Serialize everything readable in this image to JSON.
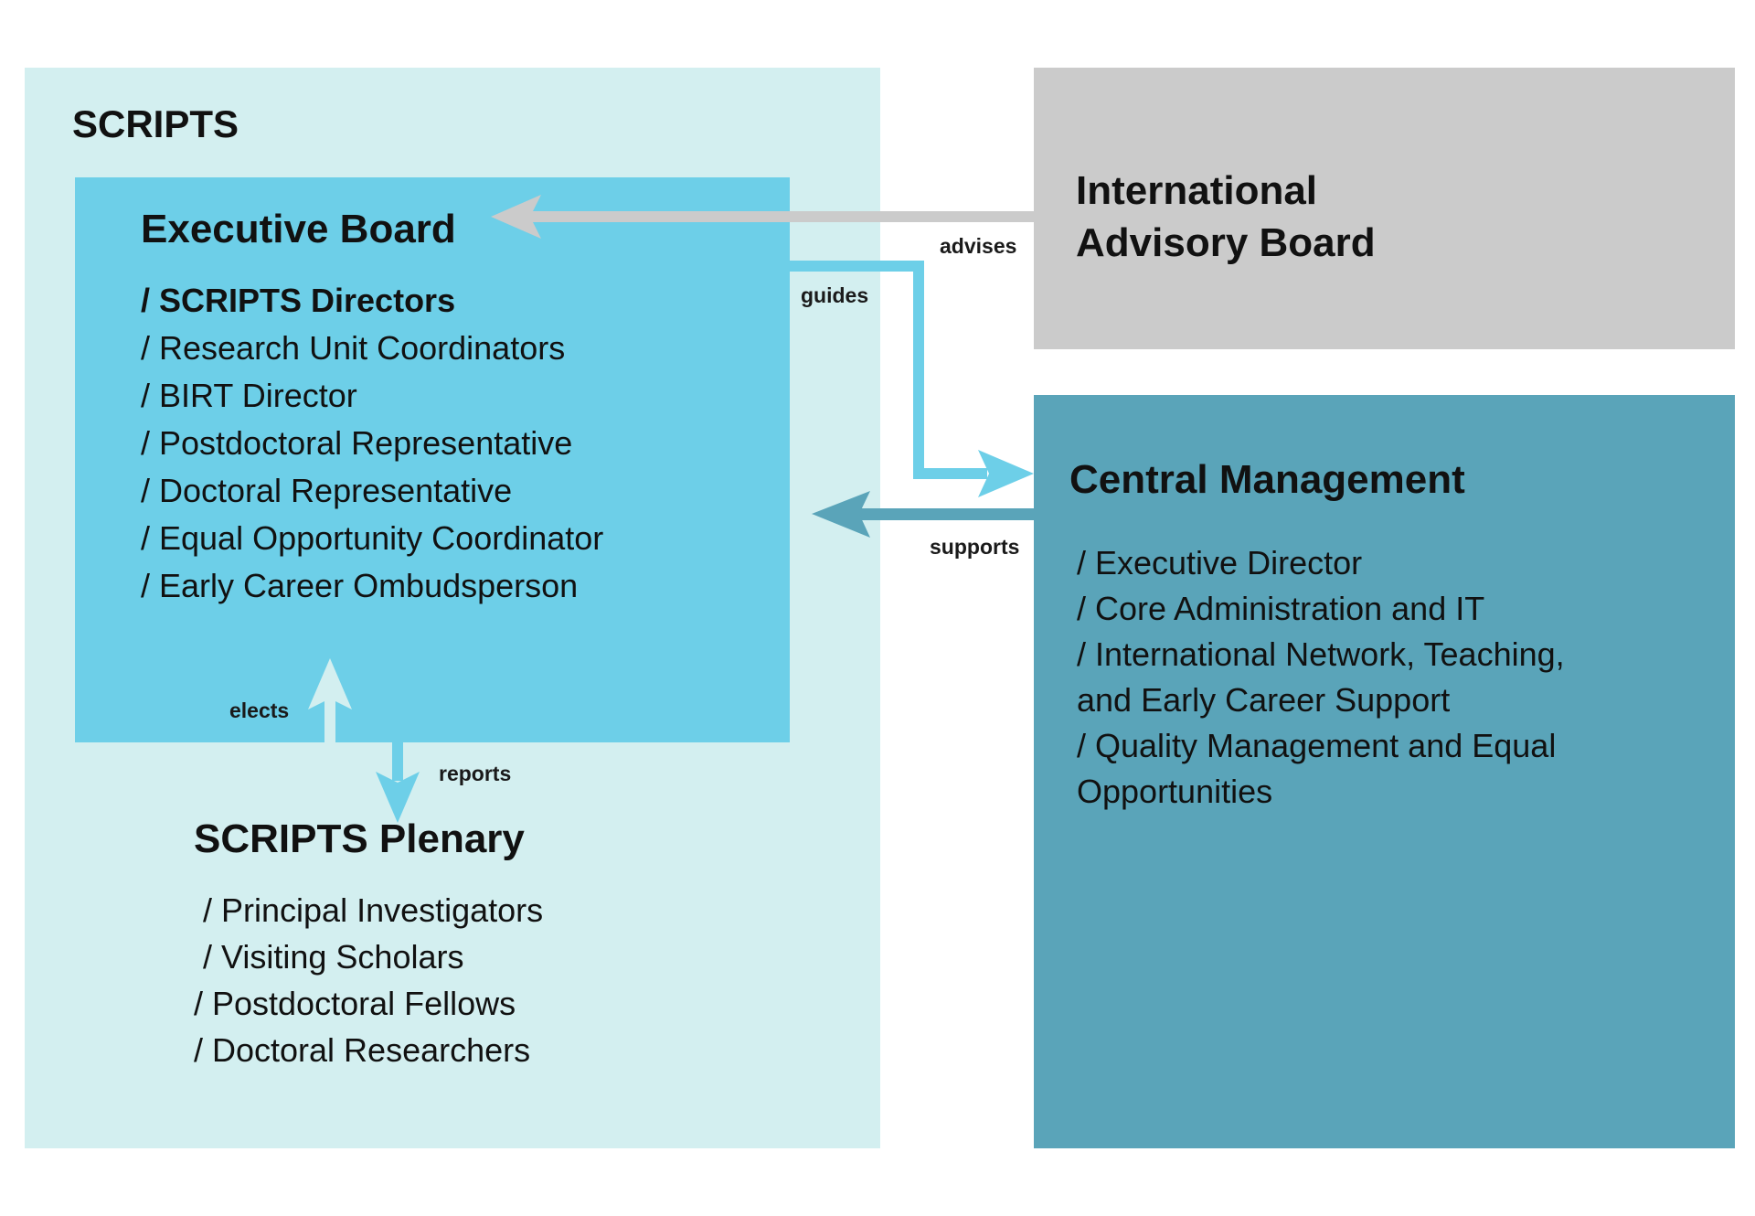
{
  "colors": {
    "scripts_panel": "#d3eff0",
    "executive_board": "#6dcfe8",
    "advisory_board": "#cbcbcb",
    "central_management": "#5aa4b9",
    "arrow_advises": "#cbcbcb",
    "arrow_guides": "#6dcfe8",
    "arrow_supports": "#5aa4b9",
    "arrow_elects": "#d3eff0",
    "arrow_reports": "#6dcfe8"
  },
  "scripts": {
    "title": "SCRIPTS"
  },
  "executive_board": {
    "title": "Executive Board",
    "items": [
      "/ SCRIPTS Directors",
      "/ Research Unit Coordinators",
      "/ BIRT Director",
      "/ Postdoctoral Representative",
      "/ Doctoral Representative",
      "/ Equal Opportunity Coordinator",
      "/ Early Career Ombudsperson"
    ]
  },
  "advisory_board": {
    "title": "International\nAdvisory Board"
  },
  "central_management": {
    "title": "Central Management",
    "items": [
      "/ Executive Director",
      "/ Core Administration and IT",
      "/ International Network, Teaching,\n   and Early Career Support",
      "/ Quality Management and Equal\nOpportunities"
    ]
  },
  "plenary": {
    "title": "SCRIPTS Plenary",
    "items": [
      " / Principal Investigators",
      " / Visiting Scholars",
      "/ Postdoctoral Fellows",
      "/ Doctoral Researchers"
    ]
  },
  "relations": {
    "advises": "advises",
    "guides": "guides",
    "supports": "supports",
    "elects": "elects",
    "reports": "reports"
  }
}
